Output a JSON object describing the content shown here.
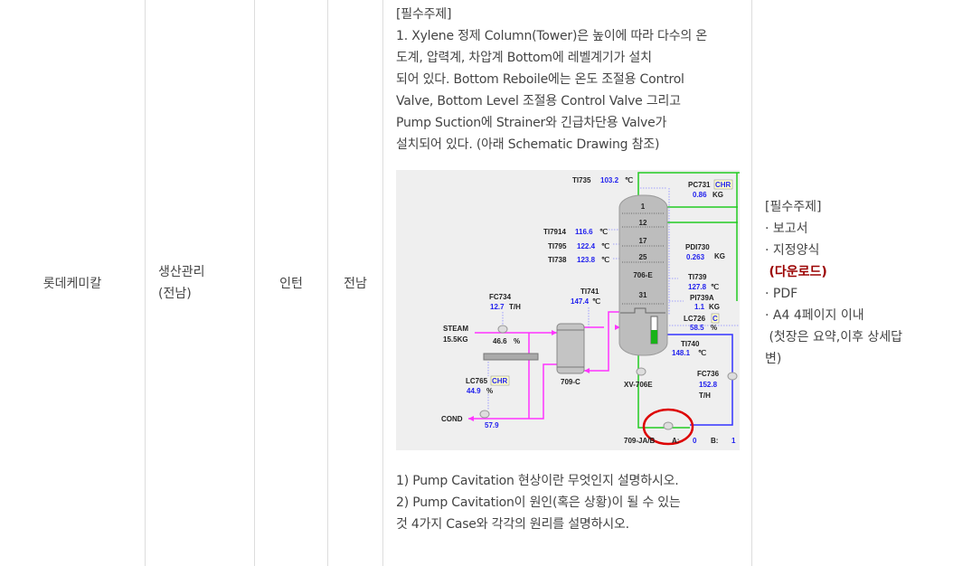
{
  "row": {
    "company": "롯데케미칼",
    "job_line1": "생산관리",
    "job_line2": "(전남)",
    "type": "인턴",
    "region": "전남",
    "topic": {
      "heading": "[필수주제]",
      "intro": [
        "1. Xylene 정제 Column(Tower)은 높이에 따라 다수의 온",
        "도계, 압력계, 차압계 Bottom에 레벨계기가 설치",
        "되어 있다. Bottom Reboile에는 온도 조절용 Control",
        "Valve, Bottom Level 조절용 Control Valve 그리고",
        "Pump Suction에 Strainer와 긴급차단용 Valve가",
        "설치되어 있다. (아래 Schematic Drawing 참조)"
      ],
      "questions": [
        "1) Pump Cavitation 현상이란 무엇인지 설명하시오.",
        "2) Pump Cavitation이 원인(혹은 상황)이 될 수 있는",
        "것 4가지 Case와 각각의 원리를 설명하시오."
      ]
    },
    "submission": {
      "heading": "[필수주제]",
      "item1": "· 보고서",
      "item2": "· 지정양식",
      "download": "(다운로드)",
      "item3": "· PDF",
      "item4": "· A4 4페이지 이내",
      "note1": " (첫장은 요약,이후 상세답",
      "note2": "변)"
    }
  },
  "diagram": {
    "colors": {
      "steam": "#ff33ff",
      "green": "#22cc22",
      "blue": "#3333ff",
      "value": "#2222ee",
      "highlight": "#dd0000"
    },
    "labels": [
      "TI735",
      "103.2",
      "℃",
      "PC731",
      "CHR",
      "0.86",
      "KG",
      "1",
      "12",
      "17",
      "25",
      "706-E",
      "31",
      "TI7914",
      "116.6",
      "℃",
      "TI795",
      "122.4",
      "℃",
      "TI738",
      "123.8",
      "℃",
      "PDI730",
      "0.263",
      "KG",
      "TI739",
      "127.8",
      "℃",
      "PI739A",
      "1.1",
      "KG",
      "LC726",
      "C",
      "58.5",
      "%",
      "TI740",
      "148.1",
      "℃",
      "FC736",
      "152.8",
      "T/H",
      "XV-706E",
      "709-JA/B",
      "A:",
      "0",
      "B:",
      "1",
      "FC734",
      "12.7",
      "T/H",
      "TI741",
      "147.4",
      "℃",
      "STEAM",
      "15.5KG",
      "46.6",
      "%",
      "709-C",
      "LC765",
      "CHR",
      "44.9",
      "%",
      "COND",
      "57.9"
    ]
  }
}
